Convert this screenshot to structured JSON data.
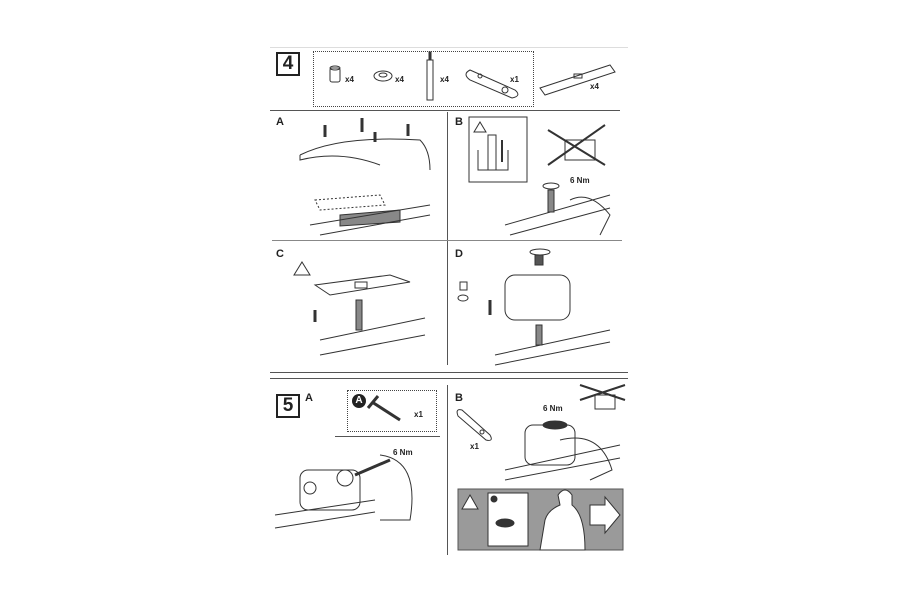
{
  "step4": {
    "number": "4",
    "parts": [
      {
        "qty": "x4"
      },
      {
        "qty": "x4"
      },
      {
        "qty": "x4"
      },
      {
        "qty": "x1"
      }
    ],
    "extra_qty": "x4",
    "panels": {
      "a": "A",
      "b": "B",
      "c": "C",
      "d": "D"
    },
    "torque": "6 Nm"
  },
  "step5": {
    "number": "5",
    "panels": {
      "a": "A",
      "b": "B"
    },
    "tool_letter": "A",
    "tool_qty": "x1",
    "plate_qty": "x1",
    "torque_a": "6 Nm",
    "torque_b": "6 Nm"
  },
  "colors": {
    "ink": "#222222",
    "notice_bg": "#9a9a9a"
  }
}
